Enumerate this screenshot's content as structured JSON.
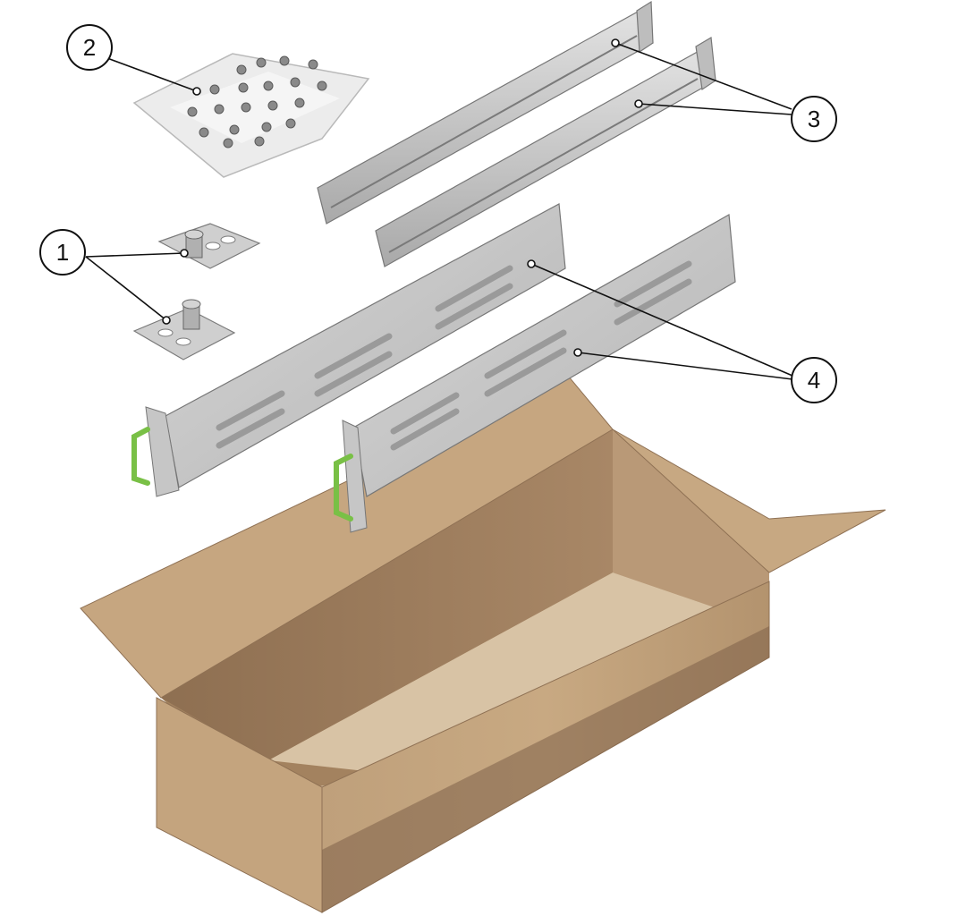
{
  "callouts": [
    {
      "id": "1",
      "label": "1",
      "item": "anchor-plates"
    },
    {
      "id": "2",
      "label": "2",
      "item": "screw-bag"
    },
    {
      "id": "3",
      "label": "3",
      "item": "slide-rails"
    },
    {
      "id": "4",
      "label": "4",
      "item": "mounting-brackets"
    }
  ],
  "colors": {
    "box_outer": "#C9AB86",
    "box_inner_dark": "#9E8061",
    "box_floor": "#D9C2A6",
    "rail_metal": "#C8C8C8",
    "rail_edge": "#7A7A7A",
    "handle": "#7CC24A",
    "bag": "#E6E6E6"
  }
}
